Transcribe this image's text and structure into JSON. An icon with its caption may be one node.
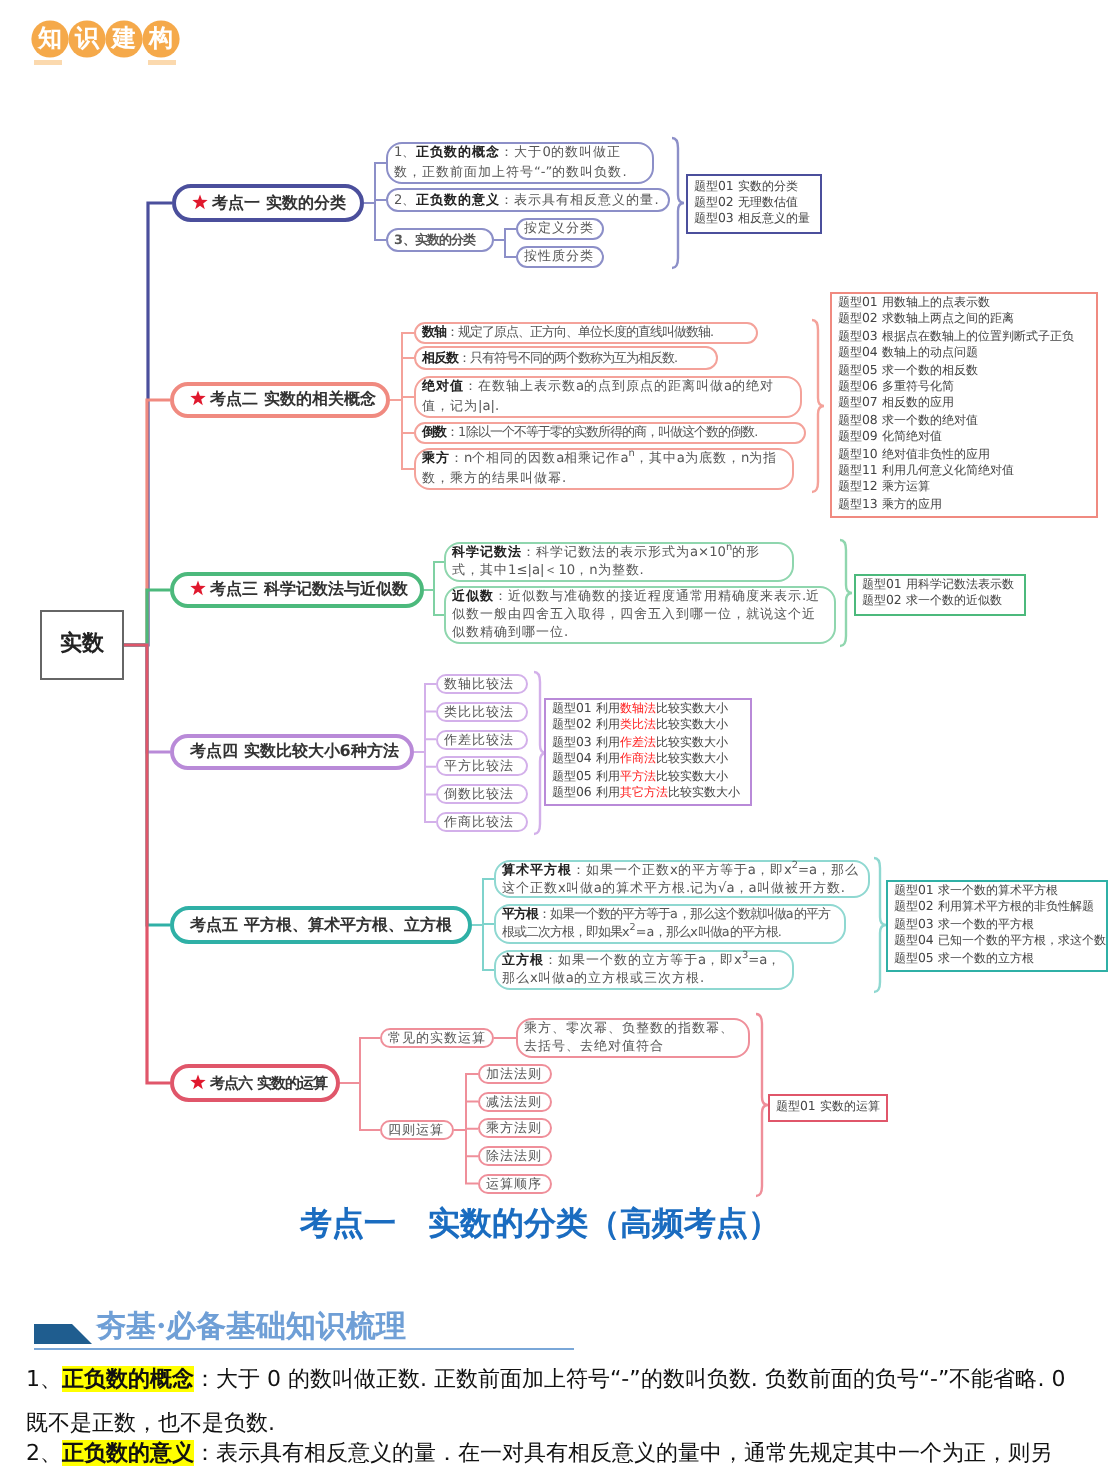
{
  "diagram": {
    "title": "知识建构",
    "nodes": [
      {
        "text": [
          "实数"
        ]
      },
      {
        "text": [
          "考点一 实数的分类"
        ]
      },
      {
        "text": [
          "1、**正负数的概念**：大于0的数叫做正数，正数前面加上符号“-”的数叫负数."
        ]
      },
      {
        "text": [
          "2、**正负数的意义**：表示具有相反意义的量."
        ]
      },
      {
        "text": [
          "3、实数的分类"
        ]
      },
      {
        "text": [
          "按定义分类"
        ]
      },
      {
        "text": [
          "按性质分类"
        ]
      },
      {
        "text": [
          "题型01 实数的分类",
          "题型02 无理数估值",
          "题型03 相反意义的量"
        ]
      },
      {
        "text": [
          "考点二 实数的相关概念"
        ]
      },
      {
        "text": [
          "**数轴**：规定了原点、正方向、单位长度的直线叫做数轴."
        ]
      },
      {
        "text": [
          "**相反数**：只有符号不同的两个数称为互为相反数."
        ]
      },
      {
        "text": [
          "**绝对值**：在数轴上表示数a的点到原点的距离叫做a的绝对值，记为|a|."
        ]
      },
      {
        "text": [
          "**倒数**：1除以一个不等于零的实数所得的商，叫做这个数的倒数."
        ]
      },
      {
        "text": [
          "**乘方**：n个相同的因数a相乘记作a$^{n}$，其中a为底数，n为指数，乘方的结果叫做幂."
        ]
      },
      {
        "text": [
          "题型01 用数轴上的点表示数",
          "题型02 求数轴上两点之间的距离",
          "题型03 根据点在数轴上的位置判断式子正负",
          "题型04 数轴上的动点问题",
          "题型05 求一个数的相反数",
          "题型06 多重符号化简",
          "题型07 相反数的应用",
          "题型08 求一个数的绝对值",
          "题型09 化简绝对值",
          "题型10 绝对值非负性的应用",
          "题型11 利用几何意义化简绝对值",
          "题型12 乘方运算",
          "题型13 乘方的应用"
        ]
      },
      {
        "text": [
          "考点三 科学记数法与近似数"
        ]
      },
      {
        "text": [
          "**科学记数法**：科学记数法的表示形式为a×10$^{n}$的形式，其中1≤|a|＜10，n为整数."
        ]
      },
      {
        "text": [
          "**近似数**：近似数与准确数的接近程度通常用精确度来表示.近似数一般由四舍五入取得，四舍五入到哪一位，就说这个近似数精确到哪一位."
        ]
      },
      {
        "text": [
          "题型01 用科学记数法表示数",
          "题型02 求一个数的近似数"
        ]
      },
      {
        "text": [
          "考点四 实数比较大小6种方法"
        ]
      },
      {
        "text": [
          "数轴比较法"
        ]
      },
      {
        "text": [
          "类比比较法"
        ]
      },
      {
        "text": [
          "作差比较法"
        ]
      },
      {
        "text": [
          "平方比较法"
        ]
      },
      {
        "text": [
          "倒数比较法"
        ]
      },
      {
        "text": [
          "作商比较法"
        ]
      },
      {
        "text": [
          "题型01 利用**数轴法**比较实数大小",
          "题型02 利用**类比法**比较实数大小",
          "题型03 利用**作差法**比较实数大小",
          "题型04 利用**作商法**比较实数大小",
          "题型05 利用**平方法**比较实数大小",
          "题型06 利用**其它方法**比较实数大小"
        ]
      },
      {
        "text": [
          "考点五 平方根、算术平方根、立方根"
        ]
      },
      {
        "text": [
          "**算术平方根**：如果一个正数x的平方等于a，即x$^{2}$=a，那么这个正数x叫做a的算术平方根.记为√a，a叫做被开方数."
        ]
      },
      {
        "text": [
          "**平方根**：如果一个数的平方等于a，那么这个数就叫做a的平方根或二次方根，即如果x$^{2}$=a，那么x叫做a的平方根."
        ]
      },
      {
        "text": [
          "**立方根**：如果一个数的立方等于a，即x$^{3}$=a，那么x叫做a的立方根或三次方根."
        ]
      },
      {
        "text": [
          "题型01 求一个数的算术平方根",
          "题型02 利用算术平方根的非负性解题",
          "题型03 求一个数的平方根",
          "题型04 已知一个数的平方根，求这个数",
          "题型05 求一个数的立方根"
        ]
      },
      {
        "text": [
          "考点六 实数的运算"
        ]
      },
      {
        "text": [
          "常见的实数运算"
        ]
      },
      {
        "text": [
          "乘方、零次幂、负整数的指数幂、去括号、去绝对值符合"
        ]
      },
      {
        "text": [
          "四则运算"
        ]
      },
      {
        "text": [
          "加法法则"
        ]
      },
      {
        "text": [
          "减法法则"
        ]
      },
      {
        "text": [
          "乘方法则"
        ]
      },
      {
        "text": [
          "除法法则"
        ]
      },
      {
        "text": [
          "运算顺序"
        ]
      },
      {
        "text": [
          "题型01 实数的运算"
        ]
      }
    ],
    "edges": [
      {
        "from": 0,
        "to": 1,
        "arrow": "none",
        "color": "#4b4f9c"
      },
      {
        "from": 0,
        "to": 8,
        "arrow": "none",
        "color": "#f08a80"
      },
      {
        "from": 0,
        "to": 15,
        "arrow": "none",
        "color": "#4cb97c"
      },
      {
        "from": 0,
        "to": 19,
        "arrow": "none",
        "color": "#b98ad8"
      },
      {
        "from": 0,
        "to": 27,
        "arrow": "none",
        "color": "#2fb0a6"
      },
      {
        "from": 0,
        "to": 32,
        "arrow": "none",
        "color": "#e0566a"
      },
      {
        "from": 1,
        "to": 2,
        "arrow": "none",
        "color": "#8c8fc8"
      },
      {
        "from": 1,
        "to": 3,
        "arrow": "none",
        "color": "#8c8fc8"
      },
      {
        "from": 1,
        "to": 4,
        "arrow": "none",
        "color": "#8c8fc8"
      },
      {
        "from": 4,
        "to": 5,
        "arrow": "none",
        "color": "#8c8fc8"
      },
      {
        "from": 4,
        "to": 6,
        "arrow": "none",
        "color": "#8c8fc8"
      },
      {
        "from": 8,
        "to": 9,
        "arrow": "none",
        "color": "#f4a29a"
      },
      {
        "from": 8,
        "to": 10,
        "arrow": "none",
        "color": "#f4a29a"
      },
      {
        "from": 8,
        "to": 11,
        "arrow": "none",
        "color": "#f4a29a"
      },
      {
        "from": 8,
        "to": 12,
        "arrow": "none",
        "color": "#f4a29a"
      },
      {
        "from": 8,
        "to": 13,
        "arrow": "none",
        "color": "#f4a29a"
      },
      {
        "from": 15,
        "to": 16,
        "arrow": "none",
        "color": "#7fd1a3"
      },
      {
        "from": 15,
        "to": 17,
        "arrow": "none",
        "color": "#7fd1a3"
      },
      {
        "from": 19,
        "to": 20,
        "arrow": "none",
        "color": "#d3b0ea"
      },
      {
        "from": 19,
        "to": 21,
        "arrow": "none",
        "color": "#d3b0ea"
      },
      {
        "from": 19,
        "to": 22,
        "arrow": "none",
        "color": "#d3b0ea"
      },
      {
        "from": 19,
        "to": 23,
        "arrow": "none",
        "color": "#d3b0ea"
      },
      {
        "from": 19,
        "to": 24,
        "arrow": "none",
        "color": "#d3b0ea"
      },
      {
        "from": 19,
        "to": 25,
        "arrow": "none",
        "color": "#d3b0ea"
      },
      {
        "from": 27,
        "to": 28,
        "arrow": "none",
        "color": "#7fd3cc"
      },
      {
        "from": 27,
        "to": 29,
        "arrow": "none",
        "color": "#7fd3cc"
      },
      {
        "from": 27,
        "to": 30,
        "arrow": "none",
        "color": "#7fd3cc"
      },
      {
        "from": 32,
        "to": 33,
        "arrow": "none",
        "color": "#ef8f9a"
      },
      {
        "from": 33,
        "to": 34,
        "arrow": "none",
        "color": "#ef8f9a"
      },
      {
        "from": 32,
        "to": 35,
        "arrow": "none",
        "color": "#ef8f9a"
      },
      {
        "from": 35,
        "to": 36,
        "arrow": "none",
        "color": "#ef8f9a"
      },
      {
        "from": 35,
        "to": 37,
        "arrow": "none",
        "color": "#ef8f9a"
      },
      {
        "from": 35,
        "to": 38,
        "arrow": "none",
        "color": "#ef8f9a"
      },
      {
        "from": 35,
        "to": 39,
        "arrow": "none",
        "color": "#ef8f9a"
      },
      {
        "from": 35,
        "to": 40,
        "arrow": "none",
        "color": "#ef8f9a"
      }
    ],
    "labels": [
      "考点一　实数的分类（高频考点）",
      "夯基·必备基础知识梳理",
      "1、**正负数的概念**：大于 0 的数叫做正数. 正数前面加上符号“-”的数叫负数. 负数前面的负号“-”不能省略. 0 既不是正数，也不是负数.",
      "2、**正负数的意义**：表示具有相反意义的量．在一对具有相反意义的量中，通常先规定其中一个为正，则另"
    ]
  }
}
